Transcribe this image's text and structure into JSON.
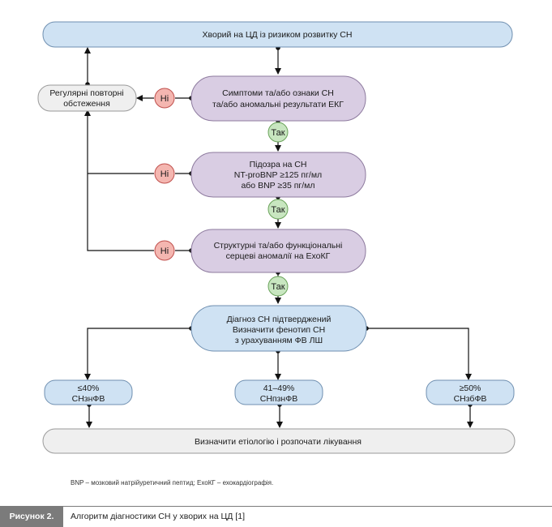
{
  "nodes": {
    "top": "Хворий на ЦД із ризиком розвитку СН",
    "reexam": [
      "Регулярні повторні",
      "обстеження"
    ],
    "symptoms": [
      "Симптоми та/або ознаки СН",
      "та/або аномальні результати ЕКГ"
    ],
    "suspicion": [
      "Підозра на СН",
      "NT-proBNP ≥125 пг/мл",
      "або BNP ≥35 пг/мл"
    ],
    "structural": [
      "Структурні та/або функціональні",
      "серцеві аномалії на ЕхоКГ"
    ],
    "diagnosis": [
      "Діагноз СН підтверджений",
      "Визначити фенотип СН",
      "з урахуванням ФВ ЛШ"
    ],
    "pheno_left": [
      "≤40%",
      "СНзнФВ"
    ],
    "pheno_mid": [
      "41–49%",
      "СНпзнФВ"
    ],
    "pheno_right": [
      "≥50%",
      "СНзбФВ"
    ],
    "final": "Визначити етіологію і розпочати лікування"
  },
  "labels": {
    "no": "Ні",
    "yes": "Так"
  },
  "footnote": "BNP – мозковий натрійуретичний пептид; ЕхоКГ – ехокардіографія.",
  "caption": {
    "label": "Рисунок 2.",
    "text": "Алгоритм діагностики СН у хворих на ЦД [1]"
  },
  "colors": {
    "blue_fill": "#cfe2f3",
    "blue_stroke": "#6f8fb0",
    "purple_fill": "#d9cde3",
    "purple_stroke": "#8d7a9e",
    "gray_fill": "#efefef",
    "gray_stroke": "#9a9a9a",
    "no_fill": "#f4b6b0",
    "no_stroke": "#c0504d",
    "yes_fill": "#c8e6c0",
    "yes_stroke": "#6aa35a"
  }
}
